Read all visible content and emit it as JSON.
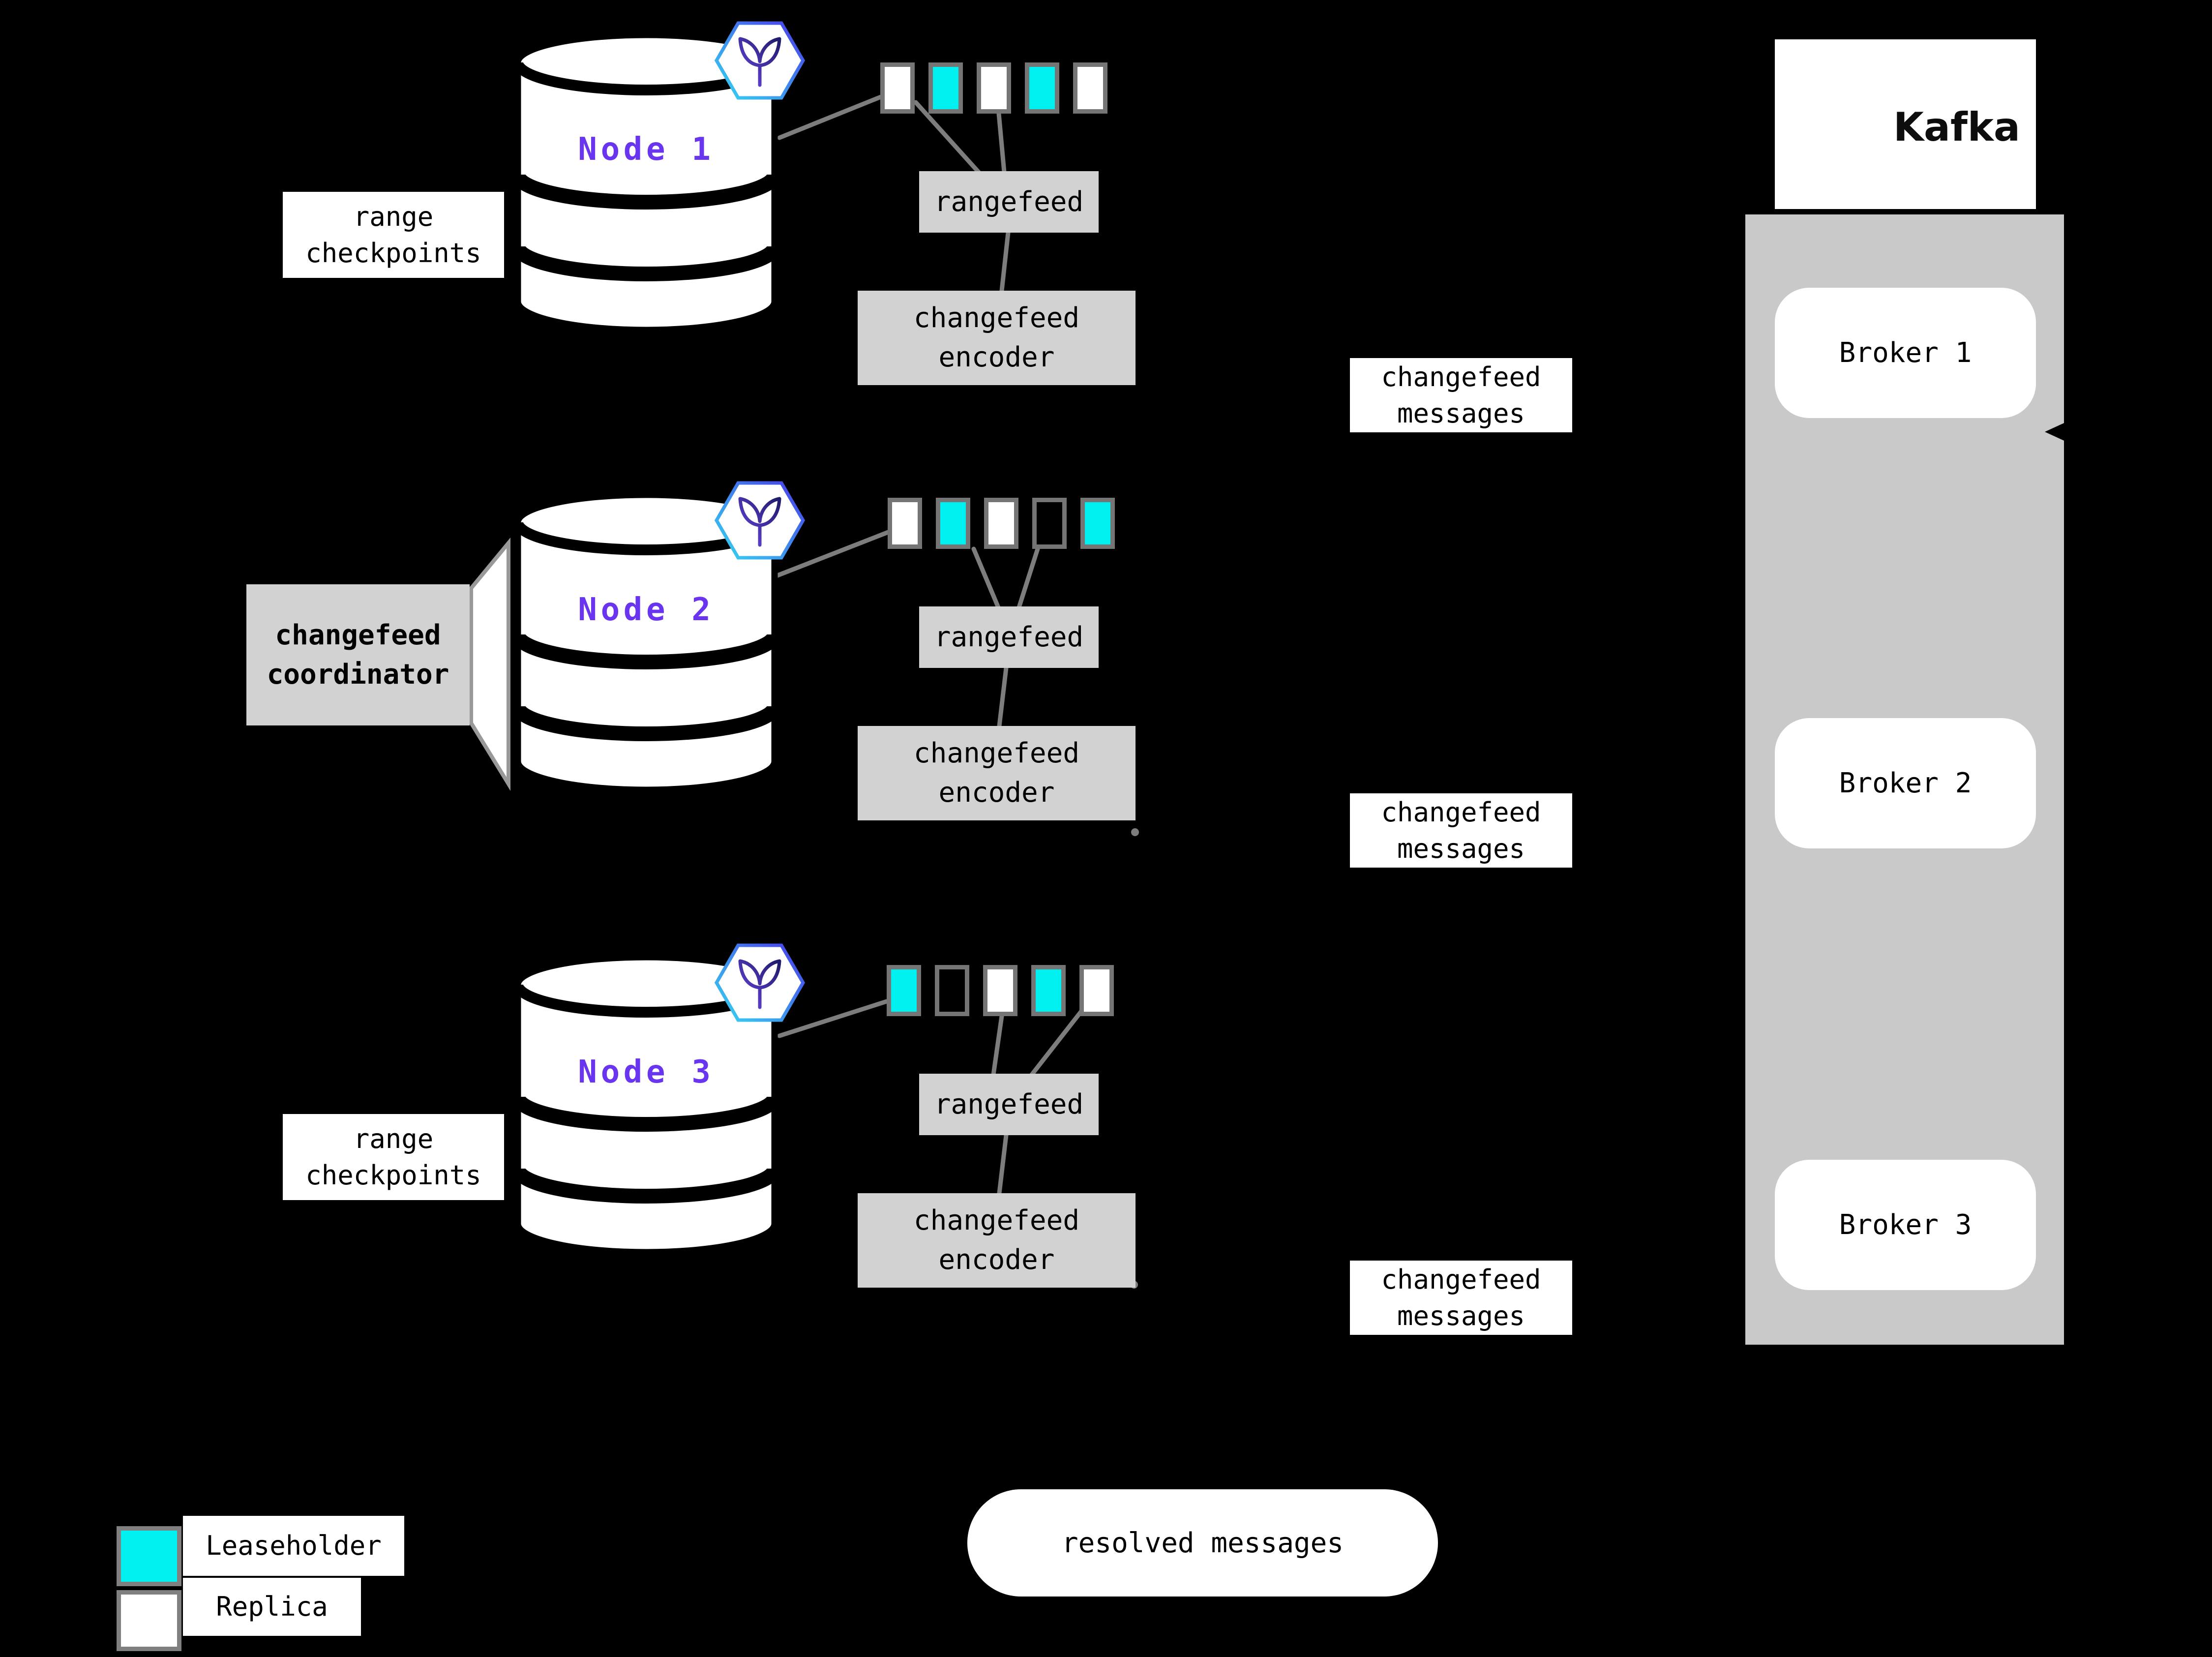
{
  "title": "changefeed architecture diagram",
  "colors": {
    "background": "#000000",
    "leaseholder": "#00efef",
    "replica": "#ffffff",
    "empty": "transparent",
    "box_gray": "#d2d2d2",
    "column_gray": "#c9c9c9",
    "line_gray": "#7d7d7d",
    "node_label_purple": "#6935ee",
    "square_border": "#757575"
  },
  "nodes": [
    {
      "label": "Node 1",
      "replicas": [
        "replica",
        "leaseholder",
        "replica",
        "leaseholder",
        "replica"
      ],
      "rangefeed_label": "rangefeed",
      "encoder_label": "changefeed\nencoder",
      "messages_label": "changefeed\nmessages"
    },
    {
      "label": "Node 2",
      "replicas": [
        "replica",
        "leaseholder",
        "replica",
        "empty",
        "leaseholder"
      ],
      "rangefeed_label": "rangefeed",
      "encoder_label": "changefeed\nencoder",
      "messages_label": "changefeed\nmessages"
    },
    {
      "label": "Node 3",
      "replicas": [
        "leaseholder",
        "empty",
        "replica",
        "leaseholder",
        "replica"
      ],
      "rangefeed_label": "rangefeed",
      "encoder_label": "changefeed\nencoder",
      "messages_label": "changefeed\nmessages"
    }
  ],
  "annotations": {
    "range_checkpoints_top": "range\ncheckpoints",
    "range_checkpoints_bottom": "range\ncheckpoints",
    "coordinator": "changefeed\ncoordinator",
    "resolved_messages": "resolved messages"
  },
  "kafka": {
    "title": "Kafka",
    "brokers": [
      {
        "label": "Broker 1"
      },
      {
        "label": "Broker 2"
      },
      {
        "label": "Broker 3"
      }
    ]
  },
  "legend": [
    {
      "swatch": "leaseholder",
      "label": "Leaseholder"
    },
    {
      "swatch": "replica",
      "label": "Replica"
    }
  ],
  "icons": {
    "cockroachdb_hexagon": "cockroachdb-logo-icon",
    "kafka_logo": "kafka-logo-icon",
    "database_cylinder": "database-cylinder-icon"
  }
}
